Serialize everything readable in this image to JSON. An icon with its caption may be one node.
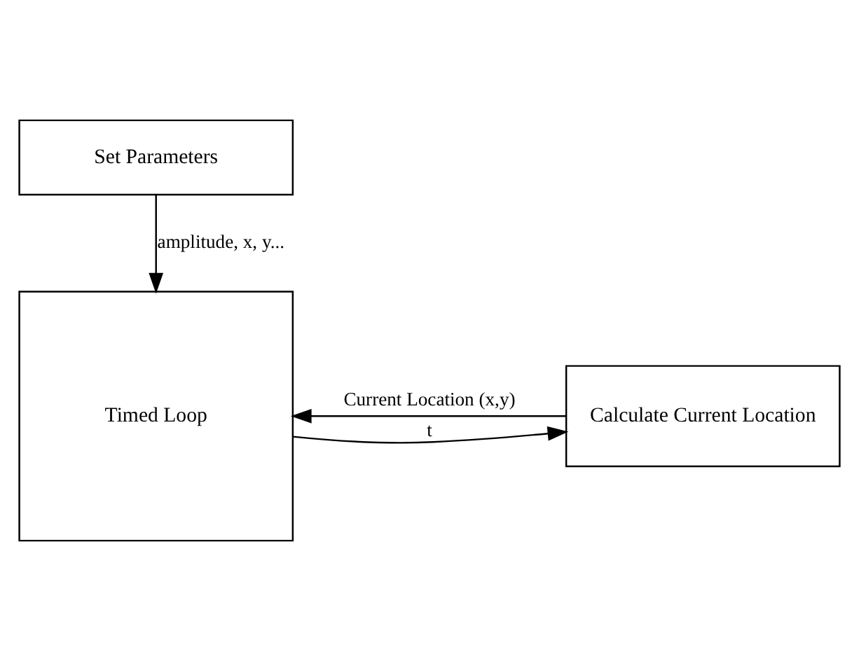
{
  "diagram": {
    "nodes": [
      {
        "text": [
          "Set Parameters"
        ]
      },
      {
        "text": [
          "Timed Loop"
        ]
      },
      {
        "text": [
          "Calculate Current Location"
        ]
      }
    ],
    "edges": [
      {
        "from": 0,
        "to": 1,
        "arrow": "to",
        "label": "amplitude, x, y..."
      },
      {
        "from": 1,
        "to": 2,
        "arrow": "to",
        "label": "t"
      },
      {
        "from": 2,
        "to": 1,
        "arrow": "to",
        "label": "Current Location (x,y)"
      }
    ]
  }
}
